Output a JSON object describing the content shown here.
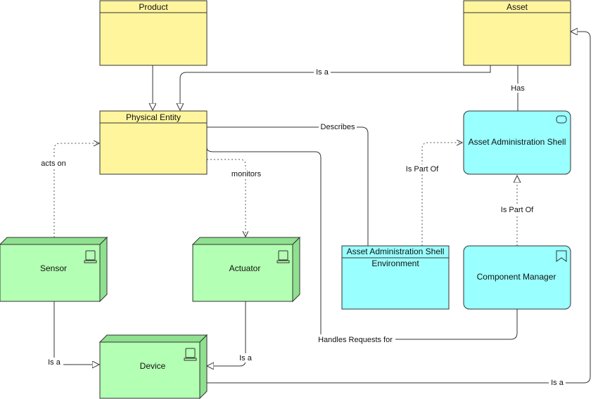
{
  "colors": {
    "class_fill": "#fff59d",
    "class_stroke": "#333333",
    "node_fill": "#b3ffb3",
    "node_side": "#8fe08f",
    "aas_fill": "#99ffff",
    "line": "#333333"
  },
  "nodes": {
    "product": {
      "title": "Product"
    },
    "asset": {
      "title": "Asset"
    },
    "physical_entity": {
      "title": "Physical Entity"
    },
    "aas": {
      "title": "Asset Administration Shell",
      "icon": "rounded-rect-icon"
    },
    "sensor": {
      "title": "Sensor",
      "icon": "device-icon"
    },
    "actuator": {
      "title": "Actuator",
      "icon": "device-icon"
    },
    "device": {
      "title": "Device",
      "icon": "device-icon"
    },
    "aas_env": {
      "title_line1": "Asset Administration Shell",
      "title_line2": "Environment"
    },
    "component_manager": {
      "title": "Component Manager",
      "icon": "bookmark-icon"
    }
  },
  "edges": {
    "product_is_a": {
      "label": "Is a"
    },
    "asset_has": {
      "label": "Has"
    },
    "describes": {
      "label": "Describes"
    },
    "acts_on": {
      "label": "acts on"
    },
    "monitors": {
      "label": "monitors"
    },
    "env_is_part_of": {
      "label": "Is Part Of"
    },
    "cm_is_part_of": {
      "label": "Is Part Of"
    },
    "sensor_is_a": {
      "label": "Is a"
    },
    "actuator_is_a": {
      "label": "Is a"
    },
    "handles_requests": {
      "label": "Handles Requests for"
    },
    "device_is_a": {
      "label": "Is a"
    }
  }
}
